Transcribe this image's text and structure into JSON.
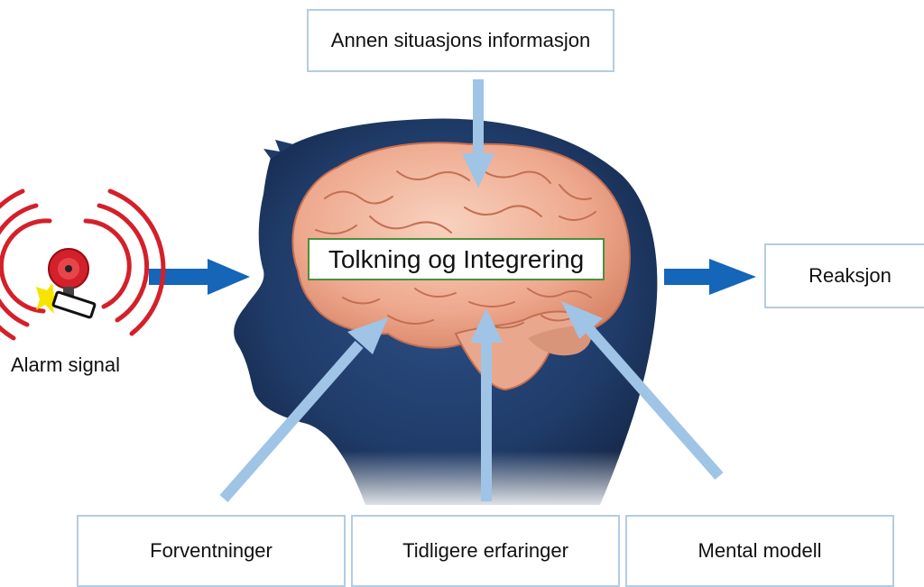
{
  "labels": {
    "top": "Annen situasjons informasjon",
    "center": "Tolkning og Integrering",
    "right": "Reaksjon",
    "alarm": "Alarm signal",
    "bottom": [
      "Forventninger",
      "Tidligere erfaringer",
      "Mental modell"
    ]
  },
  "colors": {
    "head": "#1f3b68",
    "brain": "#f0b49b",
    "blue_arrow": "#1565b8",
    "light_arrow": "#9fc4e6",
    "box_border": "#b3cde4",
    "center_border": "#4c8f3a",
    "alarm_red": "#d4202a"
  },
  "icons": [
    "alarm-bell-icon"
  ]
}
